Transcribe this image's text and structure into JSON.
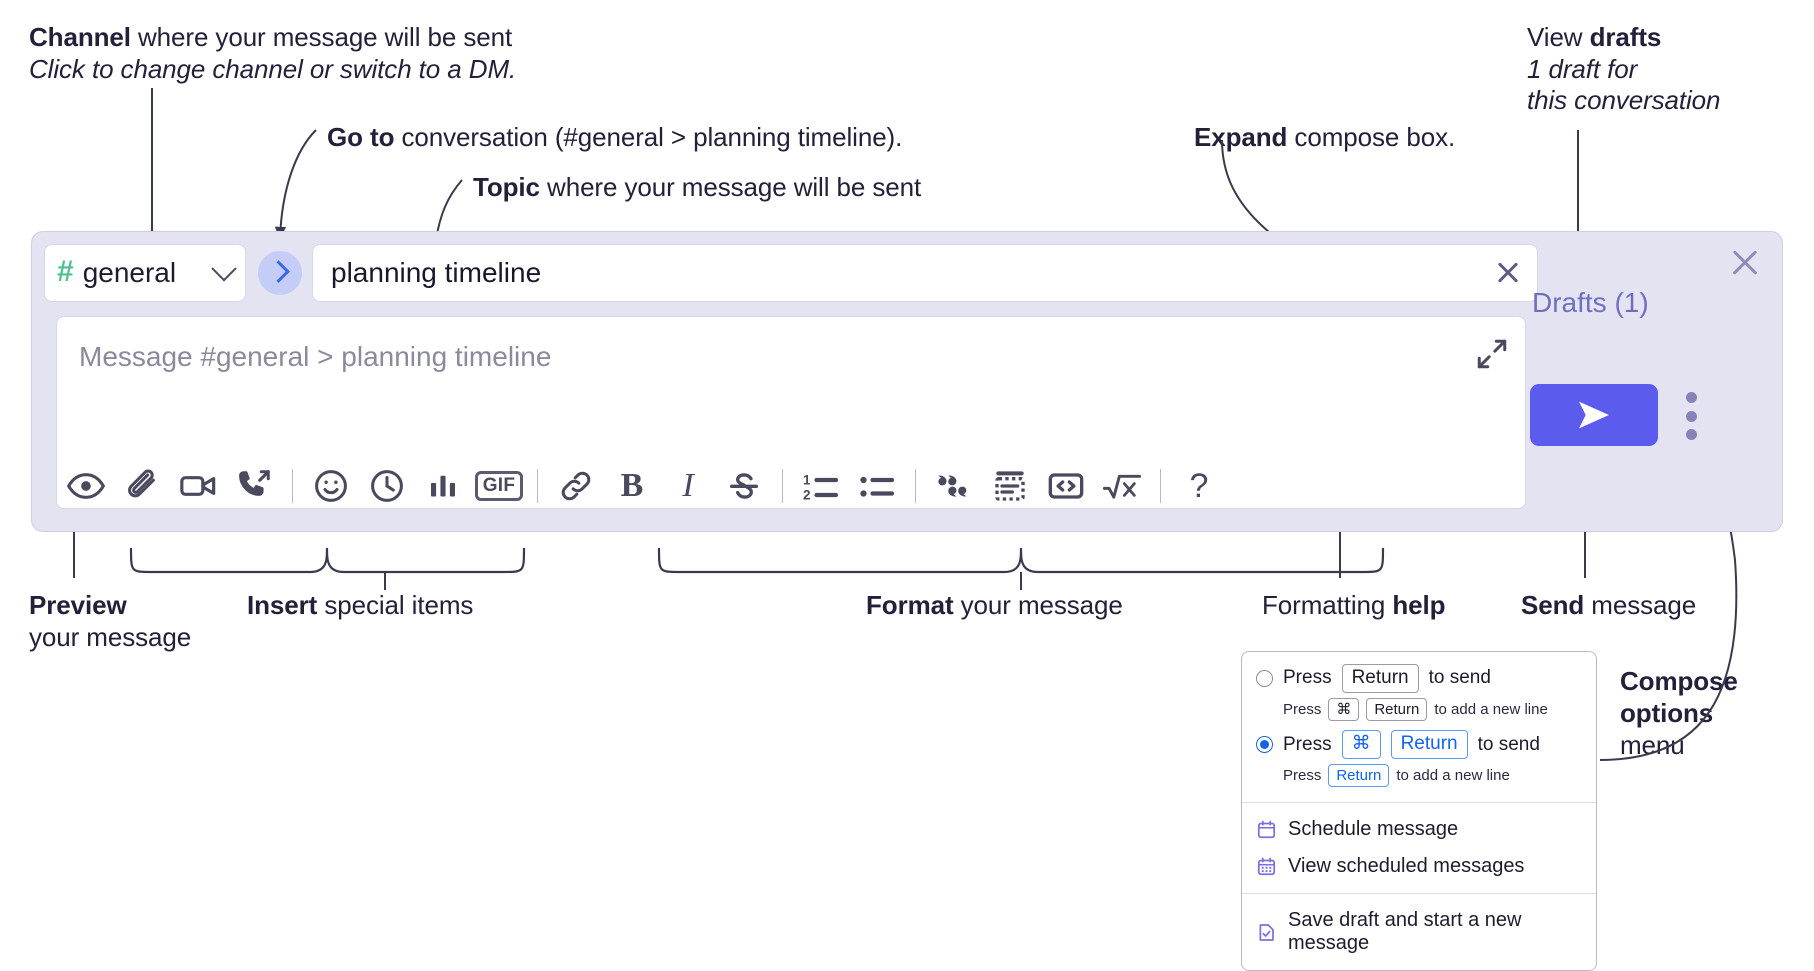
{
  "annotations": {
    "channel": {
      "bold": "Channel",
      "rest": " where your message will be sent",
      "italic": "Click to change channel or switch to a DM."
    },
    "goto": {
      "bold": "Go to",
      "rest": " conversation (#general > planning timeline)."
    },
    "topic": {
      "bold": "Topic",
      "rest": " where your message will be sent"
    },
    "expand": {
      "bold": "Expand",
      "rest": " compose box."
    },
    "drafts": {
      "plain": "View ",
      "bold": "drafts",
      "italic1": "1 draft for",
      "italic2": "this conversation"
    },
    "preview": {
      "bold": "Preview",
      "rest": "your message"
    },
    "insert": {
      "bold": "Insert",
      "rest": " special items"
    },
    "format": {
      "bold": "Format",
      "rest": " your message"
    },
    "help": {
      "plain": "Formatting ",
      "bold": "help"
    },
    "send": {
      "bold": "Send",
      "rest": " message"
    },
    "compose_options": {
      "bold1": "Compose",
      "bold2": "options",
      "rest": "menu"
    }
  },
  "compose": {
    "channel_name": "general",
    "channel_hash": "#",
    "topic_value": "planning timeline",
    "message_placeholder": "Message #general > planning timeline",
    "drafts_label": "Drafts (1)",
    "toolbar_insert": [
      {
        "name": "preview-icon",
        "label": "Preview"
      },
      {
        "name": "attachment-icon",
        "label": "Attach file"
      },
      {
        "name": "video-icon",
        "label": "Video"
      },
      {
        "name": "phone-share-icon",
        "label": "Call"
      }
    ],
    "toolbar_insert2": [
      {
        "name": "emoji-icon",
        "label": "Emoji"
      },
      {
        "name": "clock-icon",
        "label": "Reminder"
      },
      {
        "name": "poll-icon",
        "label": "Poll"
      },
      {
        "name": "gif-icon",
        "label": "GIF"
      }
    ],
    "toolbar_format": [
      {
        "name": "link-icon",
        "label": "Link"
      },
      {
        "name": "bold-icon",
        "label": "B"
      },
      {
        "name": "italic-icon",
        "label": "I"
      },
      {
        "name": "strikethrough-icon",
        "label": "S"
      }
    ],
    "toolbar_format2": [
      {
        "name": "ordered-list-icon",
        "label": "Numbered list"
      },
      {
        "name": "bulleted-list-icon",
        "label": "Bulleted list"
      }
    ],
    "toolbar_format3": [
      {
        "name": "blockquote-icon",
        "label": "Quote"
      },
      {
        "name": "code-block-icon",
        "label": "Code block"
      },
      {
        "name": "inline-code-icon",
        "label": "Code"
      },
      {
        "name": "math-icon",
        "label": "Math"
      }
    ],
    "help_glyph": "?",
    "send_label": "Send"
  },
  "menu": {
    "option1": {
      "before": "Press",
      "key": "Return",
      "after": "to send"
    },
    "option1_sub": {
      "before": "Press",
      "key1": "⌘",
      "key2": "Return",
      "after": "to add a new line"
    },
    "option2": {
      "before": "Press",
      "key1": "⌘",
      "key2": "Return",
      "after": "to send"
    },
    "option2_sub": {
      "before": "Press",
      "key": "Return",
      "after": "to add a new line"
    },
    "items": [
      {
        "icon": "calendar-icon",
        "label": "Schedule message"
      },
      {
        "icon": "calendar-grid-icon",
        "label": "View scheduled messages"
      },
      {
        "icon": "save-draft-icon",
        "label": "Save draft and start a new message"
      }
    ]
  },
  "colors": {
    "accent_send": "#5b5bee",
    "hash_green": "#4ec18e",
    "goto_blue": "#3b68e8",
    "drafts_purple": "#6f6fc0",
    "panel_bg": "#e3e3f2",
    "radio_blue": "#1264e8",
    "menu_icon_purple": "#7a72e0"
  }
}
